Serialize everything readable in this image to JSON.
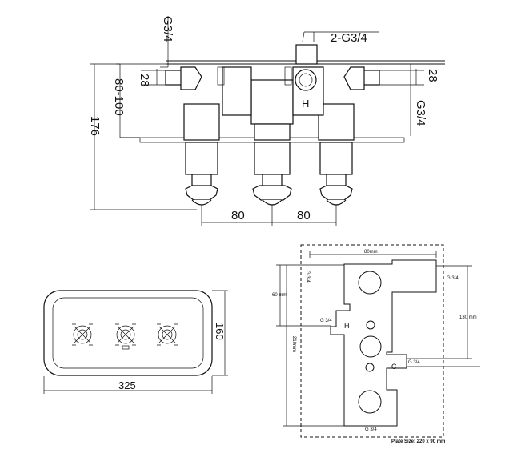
{
  "top_view": {
    "label_g34_left": "G3/4",
    "label_2g34": "2-G3/4",
    "label_28_left": "28",
    "label_28_right": "28",
    "label_g34_right": "G3/4",
    "label_80_100": "80-100",
    "label_176": "176",
    "label_80_a": "80",
    "label_80_b": "80",
    "hot_mark": "H"
  },
  "front_view": {
    "label_325": "325",
    "label_160": "160"
  },
  "plate_view": {
    "label_80mm": "80mm",
    "label_60mm": "60 mm",
    "label_210mm": "210mm",
    "label_130mm": "130 mm",
    "label_g34_top": "G 3/4",
    "label_g34_topright": "G 3/4",
    "label_g34_h": "G 3/4",
    "label_h": "H",
    "label_c": "C",
    "label_g34_c": "G 3/4",
    "label_g34_bottom": "G 3/4",
    "plate_size": "Plate Size: 220 x 90 mm"
  }
}
